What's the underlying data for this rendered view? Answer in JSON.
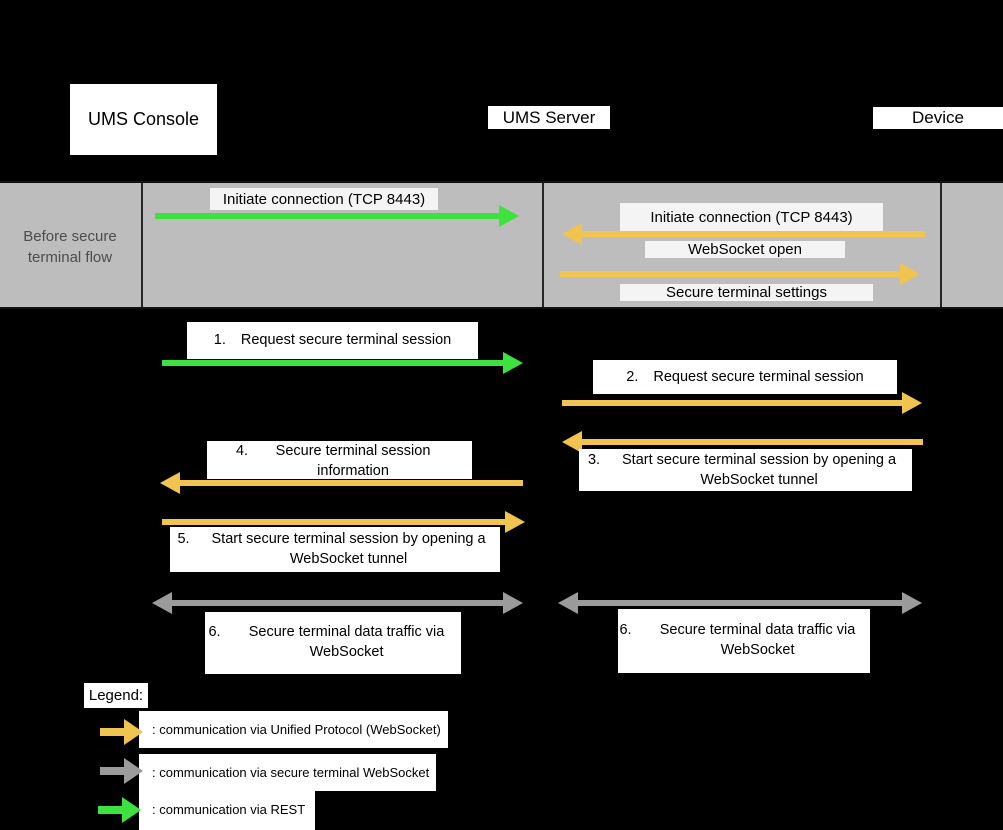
{
  "actors": [
    {
      "label": "UMS Console"
    },
    {
      "label": "UMS Server"
    },
    {
      "label": "Device"
    }
  ],
  "band": {
    "row_label": "Before secure terminal flow",
    "messages": [
      {
        "label": "Initiate connection (TCP 8443)",
        "arrow": "green, UMS Console to UMS Server"
      },
      {
        "label": "Initiate connection (TCP 8443)",
        "arrow": "yellow, Device to UMS Server"
      },
      {
        "label": "WebSocket open",
        "arrow": "yellow, Device to UMS Server"
      },
      {
        "label": "Secure terminal settings",
        "arrow": "yellow, UMS Server to Device"
      }
    ]
  },
  "flow": [
    {
      "num": "1.",
      "label": "Request secure terminal session",
      "arrow": "green, UMS Console to UMS Server"
    },
    {
      "num": "2.",
      "label": "Request secure terminal session",
      "arrow": "yellow, UMS Server to Device"
    },
    {
      "num": "3.",
      "label": "Start secure terminal session by opening a WebSocket tunnel",
      "arrow": "yellow, Device to UMS Server"
    },
    {
      "num": "4.",
      "label": "Secure terminal session information",
      "arrow": "yellow, UMS Server to UMS Console"
    },
    {
      "num": "5.",
      "label": "Start secure terminal session by opening a WebSocket tunnel",
      "arrow": "yellow, UMS Console to UMS Server"
    },
    {
      "num": "6.",
      "label": "Secure terminal data traffic via WebSocket",
      "arrow": "gray double, UMS Console to UMS Server"
    },
    {
      "num": "6.",
      "label": "Secure terminal data traffic via WebSocket",
      "arrow": "gray double, UMS Server to Device"
    }
  ],
  "legend": {
    "title": "Legend:",
    "items": [
      {
        "arrow": "yellow",
        "label": ": communication via Unified Protocol (WebSocket)"
      },
      {
        "arrow": "gray",
        "label": ": communication via secure terminal WebSocket"
      },
      {
        "arrow": "green",
        "label": ": communication via REST"
      }
    ]
  },
  "colors": {
    "arrow_yellow": "#F0C44E",
    "arrow_green": "#3EE23E",
    "arrow_gray": "#9B9B9B",
    "band_bg": "#BDBDBD",
    "band_label_bg": "#F4F4F4",
    "band_text": "#4D4D4D",
    "page_bg": "#000000",
    "box_bg": "#FFFFFF"
  }
}
